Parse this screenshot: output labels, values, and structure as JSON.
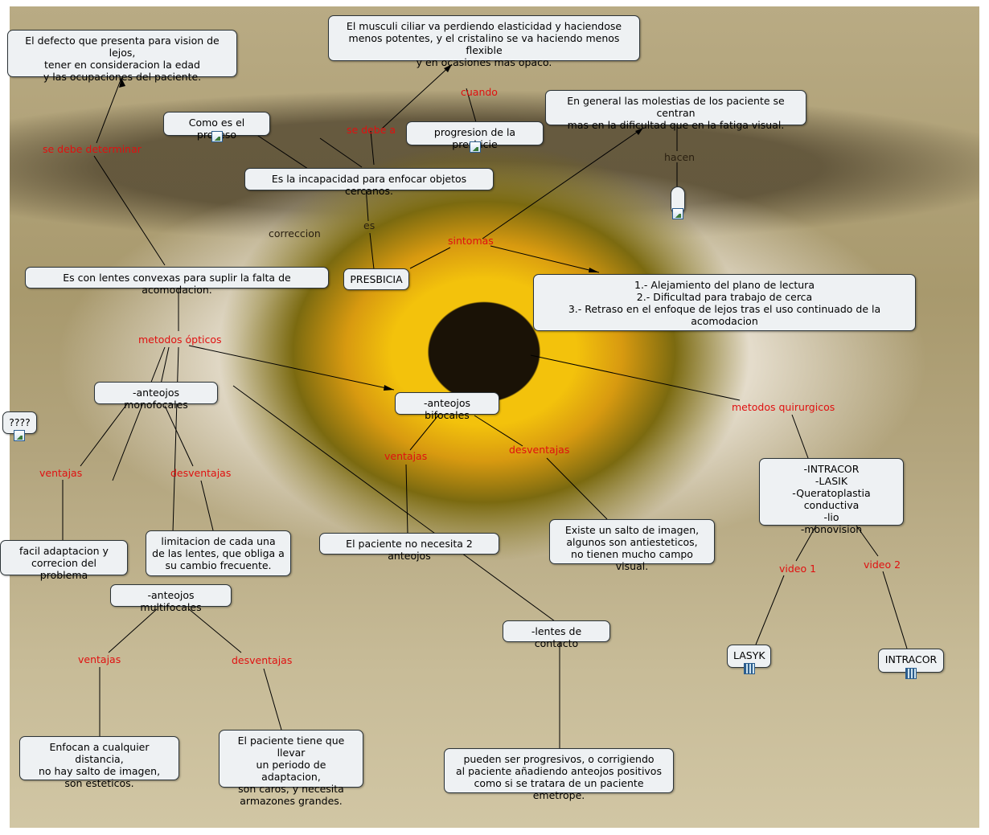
{
  "colors": {
    "link_label": "#e01010",
    "node_bg": "#eef1f3",
    "node_border": "#2c3438"
  },
  "nodes": {
    "presbicia": "PRESBICIA",
    "definicion": "Es la incapacidad para enfocar objetos cercanos.",
    "como_es": "Como es el proceso",
    "progresion": "progresion de la presbicie",
    "musculo": "El musculi ciliar va perdiendo elasticidad y haciendose\nmenos potentes, y el cristalino se va haciendo menos flexible\ny en ocasiones mas opaco.",
    "molestias": "En general las molestias de los paciente se centran\nmas en la dificultad que en la fatiga visual.",
    "defecto": "El defecto que presenta para vision de lejos,\ntener en consideracion la edad\ny las ocupaciones del paciente.",
    "sintomas_lista": "1.- Alejamiento del plano de lectura\n2.- Dificultad para trabajo de cerca\n3.- Retraso en el enfoque de lejos tras el uso continuado de la acomodacion",
    "lentes_convexas": "Es con lentes convexas para suplir la falta de acomodacion.",
    "monofocales": "-anteojos monofocales",
    "bifocales": "-anteojos bifocales",
    "multifocales": "-anteojos multifocales",
    "lentes_contacto": "-lentes de contacto",
    "interrogacion": "????",
    "facil": "facil adaptacion y\ncorrecion del problema",
    "limitacion": "limitacion de cada una\nde las lentes, que obliga a\nsu cambio frecuente.",
    "no_necesita": "El paciente no necesita 2 anteojos",
    "salto": "Existe un salto de imagen,\nalgunos son antiesteticos,\nno tienen mucho campo visual.",
    "enfocan": "Enfocan a cualquier distancia,\nno hay salto de imagen,\nson esteticos.",
    "adaptacion": "El paciente tiene que llevar\nun periodo de adaptacion,\nson caros, y necesita\narmazones grandes.",
    "progresivos": "pueden ser progresivos, o corrigiendo\nal paciente añadiendo anteojos positivos\ncomo si se tratara de un paciente emetrope.",
    "quirurgicos_lista": "-INTRACOR\n-LASIK\n-Queratoplastia conductiva\n-lio\n-monovision",
    "lasyk": "LASYK",
    "intracor": "INTRACOR"
  },
  "links": {
    "se_debe_determinar": "se debe determinar",
    "se_debe_a": "se debe a",
    "cuando": "cuando",
    "hacen": "hacen",
    "es": "es",
    "correccion": "correccion",
    "sintomas": "sintomas",
    "metodos_opticos": "metodos ópticos",
    "metodos_quirurgicos": "metodos quirurgicos",
    "ventajas": "ventajas",
    "desventajas": "desventajas",
    "video_1": "video 1",
    "video_2": "video 2"
  },
  "icons": [
    "image-icon",
    "video-icon"
  ]
}
